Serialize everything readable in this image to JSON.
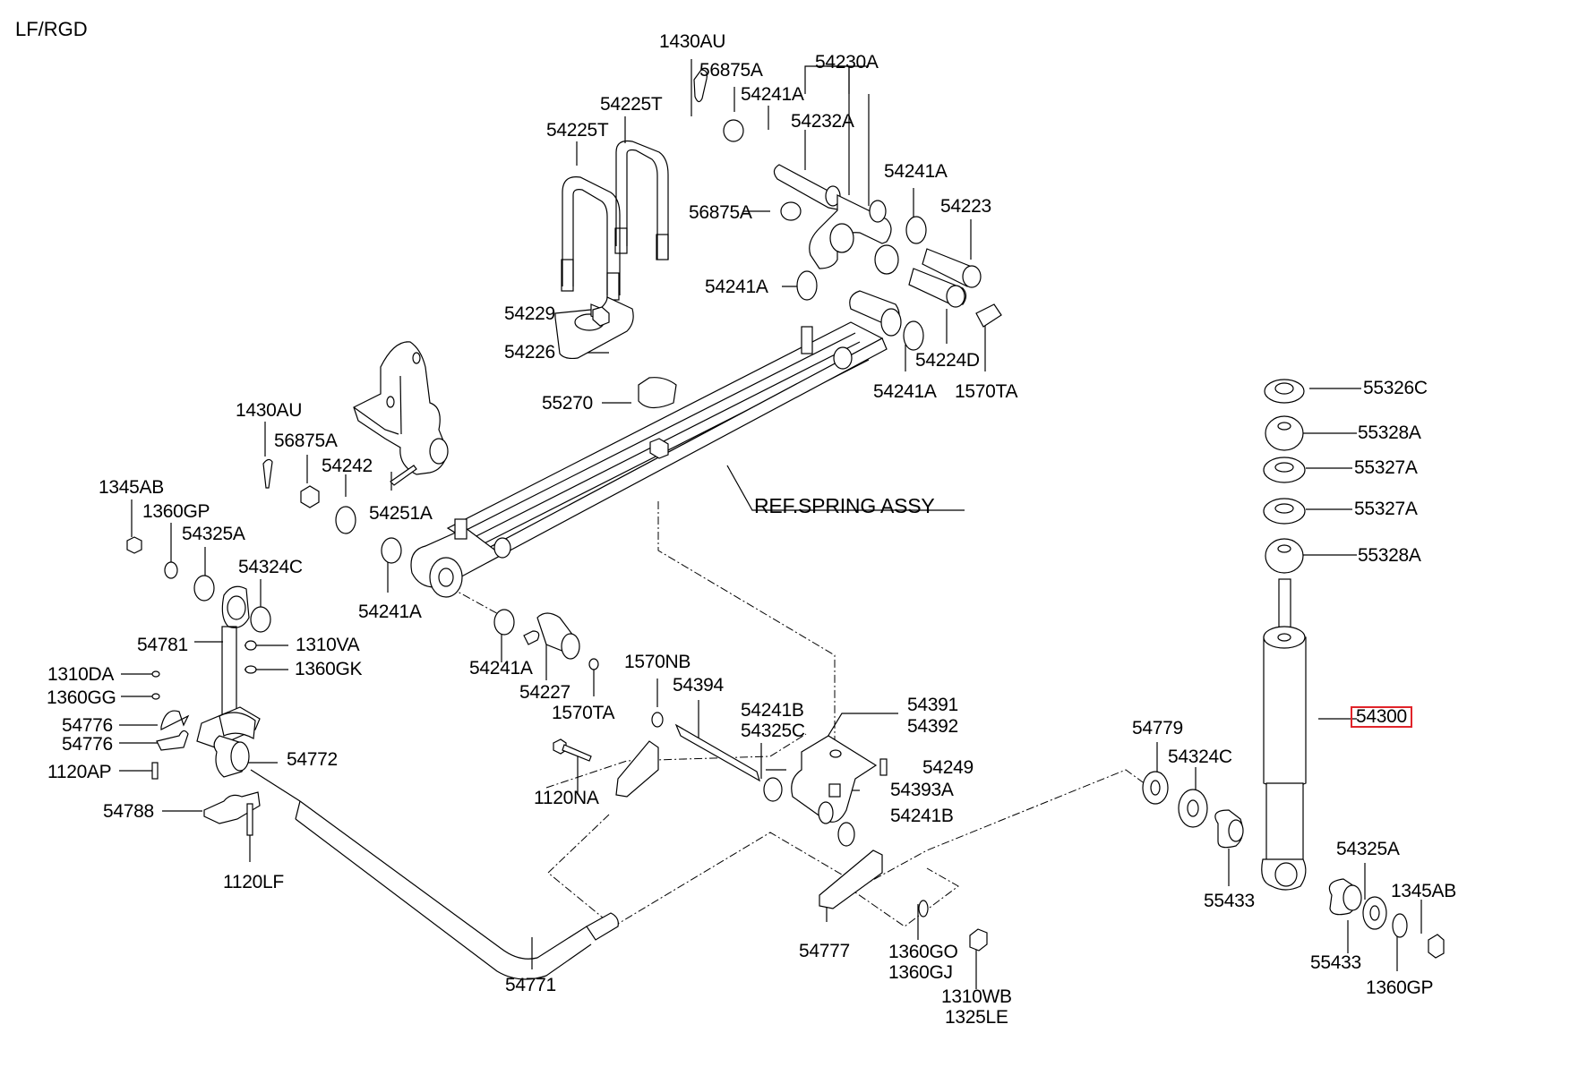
{
  "diagram": {
    "title": "LF/RGD",
    "reference_note": "REF.SPRING ASSY",
    "highlight_color": "#e0242a",
    "highlighted_part": "54300",
    "labels": {
      "p1430AU_top": "1430AU",
      "p56875A_top": "56875A",
      "p54241A_top": "54241A",
      "p54230A": "54230A",
      "p54232A": "54232A",
      "p54225T_right": "54225T",
      "p54225T_left": "54225T",
      "p56875A_mid": "56875A",
      "p54241A_shackle": "54241A",
      "p54223": "54223",
      "p54241A_upper": "54241A",
      "p54229": "54229",
      "p54226": "54226",
      "p55270": "55270",
      "p54224D": "54224D",
      "p54241A_rightend": "54241A",
      "p1570TA_top": "1570TA",
      "p1430AU_left": "1430AU",
      "p56875A_left": "56875A",
      "p54242": "54242",
      "p54251A": "54251A",
      "p1345AB_left": "1345AB",
      "p1360GP_left": "1360GP",
      "p54325A_left": "54325A",
      "p54324C_left": "54324C",
      "p54241A_leftend": "54241A",
      "p54781": "54781",
      "p1310VA": "1310VA",
      "p1360GK": "1360GK",
      "p1310DA": "1310DA",
      "p1360GG": "1360GG",
      "p54776_a": "54776",
      "p54776_b": "54776",
      "p1120AP": "1120AP",
      "p54772": "54772",
      "p54788": "54788",
      "p1120LF": "1120LF",
      "p54241A_lower": "54241A",
      "p54227": "54227",
      "p1570TA_mid": "1570TA",
      "p1570NB": "1570NB",
      "p54394": "54394",
      "p54241B_top": "54241B",
      "p54325C": "54325C",
      "p54391": "54391",
      "p54392": "54392",
      "p54249": "54249",
      "p54393A": "54393A",
      "p54241B_low": "54241B",
      "p1120NA": "1120NA",
      "p54777": "54777",
      "p1360GO": "1360GO",
      "p1360GJ": "1360GJ",
      "p1310WB": "1310WB",
      "p1325LE": "1325LE",
      "p54771": "54771",
      "p55326C": "55326C",
      "p55328A_top": "55328A",
      "p55327A_a": "55327A",
      "p55327A_b": "55327A",
      "p55328A_bot": "55328A",
      "p54300": "54300",
      "p54779": "54779",
      "p54324C_right": "54324C",
      "p55433_left": "55433",
      "p54325A_right": "54325A",
      "p1345AB_right": "1345AB",
      "p55433_right": "55433",
      "p1360GP_right": "1360GP"
    }
  }
}
